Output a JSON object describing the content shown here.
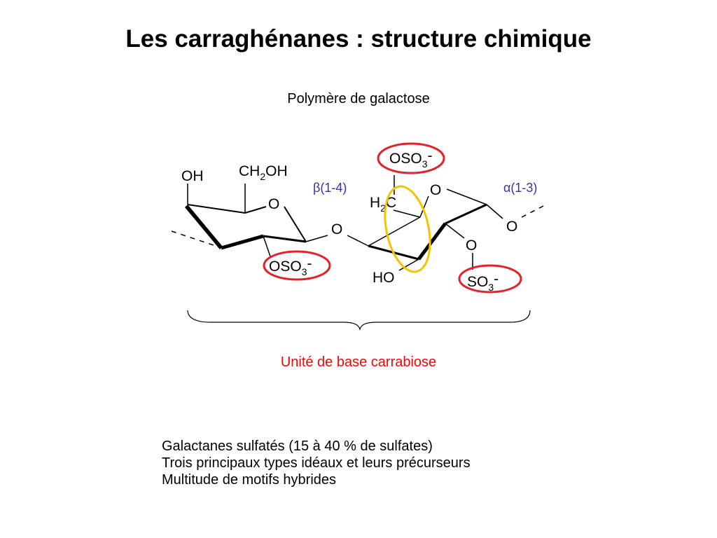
{
  "title": "Les carraghénanes : structure chimique",
  "subtitle": "Polymère de galactose",
  "diagram": {
    "left_ring": {
      "oh": "OH",
      "ch2oh": "CH2OH",
      "ring_o": "O",
      "oso3": "OSO3-"
    },
    "bridge_o": "O",
    "linkage_beta": "β(1-4)",
    "linkage_alpha": "α(1-3)",
    "right_ring": {
      "oso3_top": "OSO3-",
      "h2c": "H2C",
      "ring_o": "O",
      "ho": "HO",
      "o_sub": "O",
      "so3": "SO3-"
    },
    "right_o": "O",
    "colors": {
      "highlight_red": "#e8202a",
      "highlight_yellow": "#f5c400",
      "linkage_blue": "#3333aa"
    }
  },
  "unit_label": "Unité de base carrabiose",
  "bullets": [
    "Galactanes sulfatés (15 à 40 % de sulfates)",
    "Trois principaux types idéaux et leurs précurseurs",
    "Multitude de motifs hybrides"
  ]
}
